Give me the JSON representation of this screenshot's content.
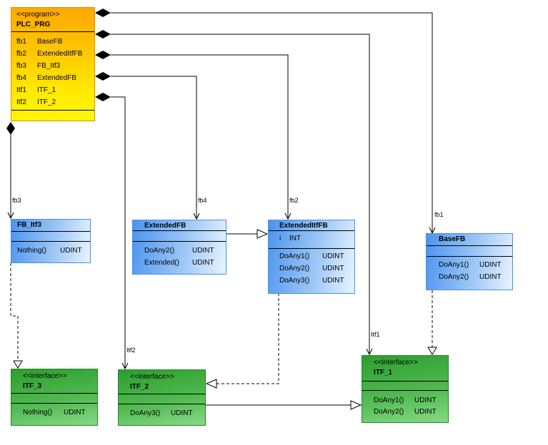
{
  "program": {
    "stereotype": "<<program>>",
    "name": "PLC_PRG",
    "fields": [
      {
        "name": "fb1",
        "type": "BaseFB"
      },
      {
        "name": "fb2",
        "type": "ExtendedItfFB"
      },
      {
        "name": "fb3",
        "type": "FB_Itf3"
      },
      {
        "name": "fb4",
        "type": "ExtendedFB"
      },
      {
        "name": "Itf1",
        "type": "ITF_1"
      },
      {
        "name": "Itf2",
        "type": "ITF_2"
      }
    ]
  },
  "function_blocks": {
    "fb_itf3": {
      "name": "FB_Itf3",
      "methods": [
        {
          "name": "Nothing()",
          "type": "UDINT"
        }
      ]
    },
    "extended_fb": {
      "name": "ExtendedFB",
      "methods": [
        {
          "name": "DoAny2()",
          "type": "UDINT"
        },
        {
          "name": "Extended()",
          "type": "UDINT"
        }
      ]
    },
    "extended_itf_fb": {
      "name": "ExtendedItfFB",
      "attributes": [
        {
          "name": "i",
          "type": "INT"
        }
      ],
      "methods": [
        {
          "name": "DoAny1()",
          "type": "UDINT"
        },
        {
          "name": "DoAny2()",
          "type": "UDINT"
        },
        {
          "name": "DoAny3()",
          "type": "UDINT"
        }
      ]
    },
    "base_fb": {
      "name": "BaseFB",
      "methods": [
        {
          "name": "DoAny1()",
          "type": "UDINT"
        },
        {
          "name": "DoAny2()",
          "type": "UDINT"
        }
      ]
    }
  },
  "interfaces": {
    "itf_3": {
      "stereotype": "<<interface>>",
      "name": "ITF_3",
      "methods": [
        {
          "name": "Nothing()",
          "type": "UDINT"
        }
      ]
    },
    "itf_2": {
      "stereotype": "<<interface>>",
      "name": "ITF_2",
      "methods": [
        {
          "name": "DoAny3()",
          "type": "UDINT"
        }
      ]
    },
    "itf_1": {
      "stereotype": "<<interface>>",
      "name": "ITF_1",
      "methods": [
        {
          "name": "DoAny1()",
          "type": "UDINT"
        },
        {
          "name": "DoAny2()",
          "type": "UDINT"
        }
      ]
    }
  },
  "edges": {
    "fb1_label": "fb1",
    "fb2_label": "fb2",
    "fb3_label": "fb3",
    "fb4_label": "fb4",
    "itf1_label": "Itf1",
    "itf2_label": "Itf2"
  },
  "colors": {
    "program_gradient_top": "#FFA800",
    "program_gradient_bottom": "#FFF60A",
    "function_block_gradient_left": "#4B94EF",
    "function_block_gradient_right": "#E9F4FF",
    "interface_gradient_top": "#2D9D2F",
    "interface_gradient_bottom": "#86D986",
    "connector_line": "#000000",
    "background": "#FFFFFF"
  }
}
